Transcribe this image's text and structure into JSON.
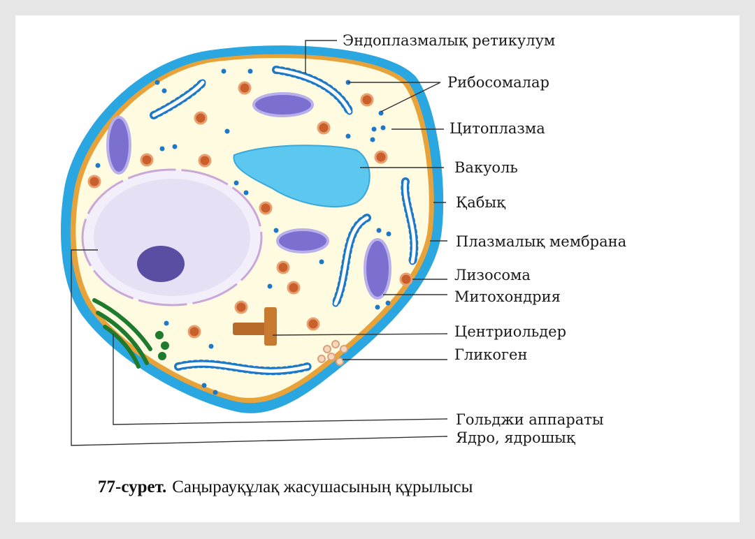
{
  "figure": {
    "caption_number": "77-сурет.",
    "caption_text": "Саңырауқұлақ жасушасының құрылысы",
    "labels": {
      "er": "Эндоплазмалық ретикулум",
      "ribosomes": "Рибосомалар",
      "cytoplasm": "Цитоплазма",
      "vacuole": "Вакуоль",
      "wall": "Қабық",
      "membrane": "Плазмалық мембрана",
      "lysosome": "Лизосома",
      "mitochondria": "Митохондрия",
      "centrioles": "Центриольдер",
      "glycogen": "Гликоген",
      "golgi": "Гольджи аппараты",
      "nucleus": "Ядро, ядрошық"
    }
  },
  "colors": {
    "cell_wall": "#2aa6e0",
    "membrane": "#e8a23a",
    "cytoplasm": "#fffbe0",
    "vacuole": "#5cc8ef",
    "nucleus": "#ece6f7",
    "nucleolus": "#5a4ea3",
    "mitochondria": "#7b6fd0",
    "lysosome": "#c9602c",
    "golgi": "#1f7a2d",
    "ribosome": "#1e78c8"
  }
}
